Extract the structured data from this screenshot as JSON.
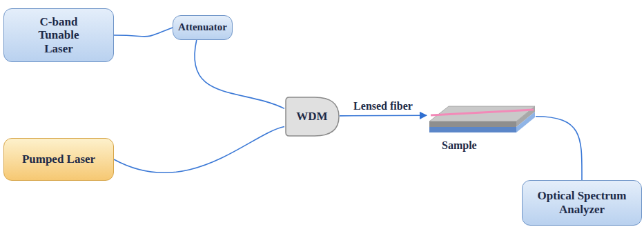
{
  "diagram": {
    "nodes": [
      {
        "text": [
          "C-band Tunable Laser"
        ]
      },
      {
        "text": [
          "Attenuator"
        ]
      },
      {
        "text": [
          "WDM"
        ]
      },
      {
        "text": [
          "Pumped Laser"
        ]
      },
      {
        "text": [
          "Sample"
        ]
      },
      {
        "text": [
          "Optical Spectrum Analyzer"
        ]
      }
    ],
    "edges": [
      {
        "from": 0,
        "to": 1,
        "arrow": "none"
      },
      {
        "from": 1,
        "to": 2,
        "arrow": "none"
      },
      {
        "from": 3,
        "to": 2,
        "arrow": "none"
      },
      {
        "from": 2,
        "to": 4,
        "label": "Lensed fiber",
        "arrow": "to"
      },
      {
        "from": 4,
        "to": 5,
        "arrow": "none"
      }
    ]
  }
}
